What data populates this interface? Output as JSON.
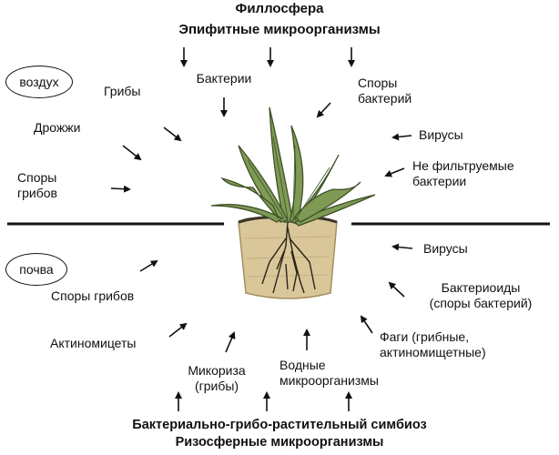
{
  "top": {
    "title": "Филлосфера",
    "subtitle": "Эпифитные микроорганизмы"
  },
  "bottom": {
    "line1": "Бактериально-грибо-растительный симбиоз",
    "line2": "Ризосферные микроорганизмы"
  },
  "zones": {
    "air": "воздух",
    "soil": "почва"
  },
  "phyllosphere": {
    "fungi": "Грибы",
    "bacteria": "Бактерии",
    "bacterial_spores": [
      "Споры",
      "бактерий"
    ],
    "yeast": "Дрожжи",
    "viruses": "Вирусы",
    "fungal_spores": [
      "Споры",
      "грибов"
    ],
    "nonfilterable_bacteria": [
      "Не фильтруемые",
      "бактерии"
    ]
  },
  "rhizosphere": {
    "viruses": "Вирусы",
    "fungal_spores": "Споры грибов",
    "bacterioids": [
      "Бактериоиды",
      "(споры бактерий)"
    ],
    "actinomycetes": "Актиномицеты",
    "phages": [
      "Фаги (грибные,",
      "актиномищетные)"
    ],
    "mycorrhiza": [
      "Микориза",
      "(грибы)"
    ],
    "water_microorganisms": [
      "Водные",
      "микроорганизмы"
    ]
  },
  "colors": {
    "leaf": "#7f9a55",
    "leaf_dark": "#3f5228",
    "soil": "#d9c79a",
    "soil_dark": "#a48f5e",
    "root": "#2a2418",
    "ink": "#111111"
  },
  "icons": [
    "arrow-icon",
    "plant-icon"
  ]
}
